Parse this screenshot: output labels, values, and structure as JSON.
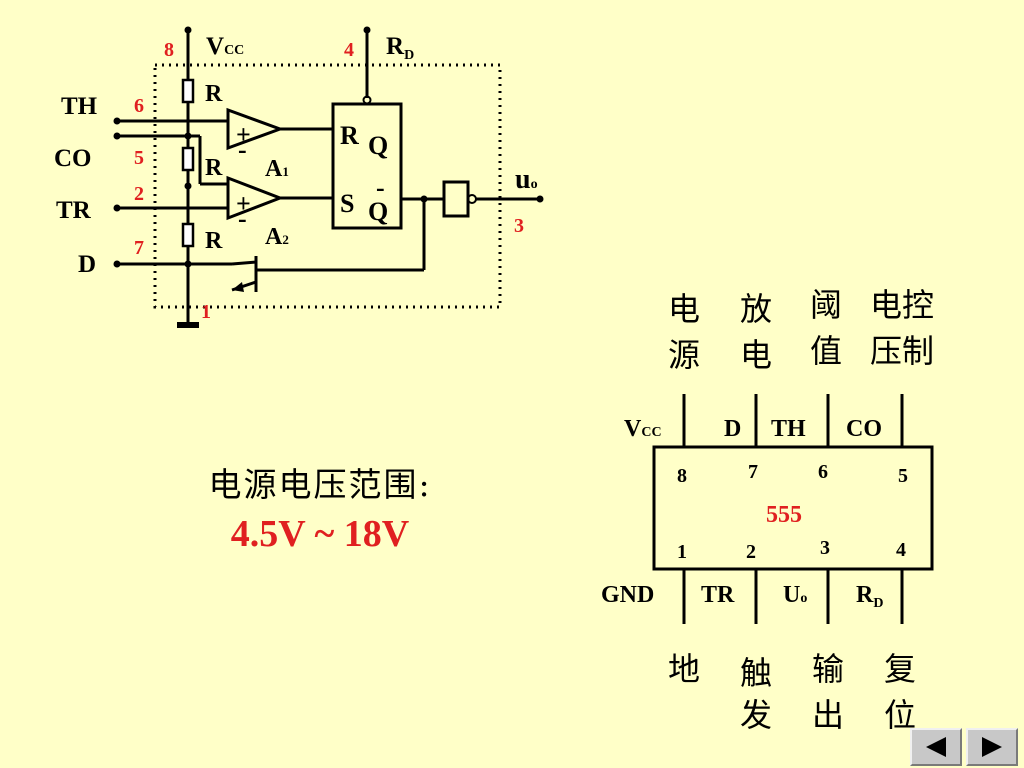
{
  "circuit": {
    "pins": {
      "vcc": "8",
      "rd": "4",
      "th": "6",
      "co": "5",
      "tr": "2",
      "d": "7",
      "out": "3",
      "gnd": "1"
    },
    "labels": {
      "vcc": "V",
      "vcc_sub": "CC",
      "rd": "R",
      "rd_sub": "D",
      "th": "TH",
      "co": "CO",
      "tr": "TR",
      "d": "D",
      "uo": "u",
      "uo_sub": "o",
      "resistor": "R",
      "comp1": "A",
      "comp1_sub": "1",
      "comp2": "A",
      "comp2_sub": "2",
      "plus": "+",
      "minus": "-",
      "ff_r": "R",
      "ff_s": "S",
      "ff_q": "Q",
      "ff_qbar": "Q",
      "ff_bar": "-"
    }
  },
  "chip": {
    "name": "555",
    "top_pin_numbers": [
      "8",
      "7",
      "6",
      "5"
    ],
    "bottom_pin_numbers": [
      "1",
      "2",
      "3",
      "4"
    ],
    "top_pin_labels": [
      "V",
      "D",
      "TH",
      "CO"
    ],
    "vcc_sub": "CC",
    "bottom_pin_labels": [
      "GND",
      "TR",
      "U",
      "R"
    ],
    "uo_sub": "o",
    "rd_sub": "D",
    "top_desc_line1": [
      "电",
      "放",
      "阈",
      "电控"
    ],
    "top_desc_line2": [
      "源",
      "电",
      "值",
      "压制"
    ],
    "bottom_desc_line1": [
      "地",
      "触",
      "输",
      "复"
    ],
    "bottom_desc_line2": [
      "发",
      "出",
      "位"
    ]
  },
  "supply": {
    "title": "电源电压范围:",
    "value": "4.5V ~ 18V"
  },
  "colors": {
    "background": "#FFFFC8",
    "accent": "#E02020",
    "ink": "#000000"
  },
  "nav": {
    "prev_icon": "triangle-left-icon",
    "next_icon": "triangle-right-icon"
  }
}
